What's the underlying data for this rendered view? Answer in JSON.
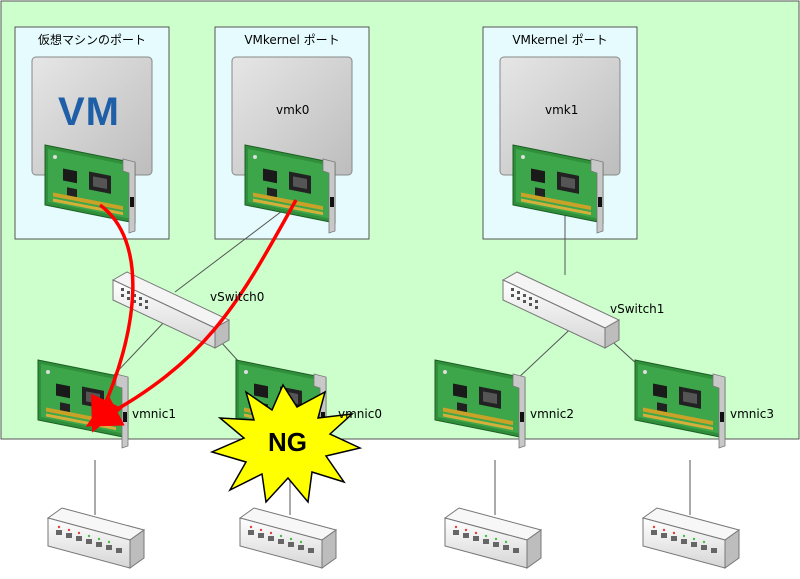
{
  "ports": [
    {
      "title": "仮想マシンのポート",
      "inner": "VM"
    },
    {
      "title": "VMkernel ポート",
      "inner": "vmk0"
    },
    {
      "title": "VMkernel ポート",
      "inner": "vmk1"
    }
  ],
  "switches": [
    {
      "label": "vSwitch0"
    },
    {
      "label": "vSwitch1"
    }
  ],
  "nics": [
    {
      "label": "vmnic1"
    },
    {
      "label": "vmnic0"
    },
    {
      "label": "vmnic2"
    },
    {
      "label": "vmnic3"
    }
  ],
  "status": {
    "ng": "NG"
  },
  "colors": {
    "host_bg": "#ccffcc",
    "port_bg": "#e6fbfd",
    "arrow": "#ff0000",
    "burst": "#ffff00",
    "vm_text": "#1f5fa8"
  }
}
